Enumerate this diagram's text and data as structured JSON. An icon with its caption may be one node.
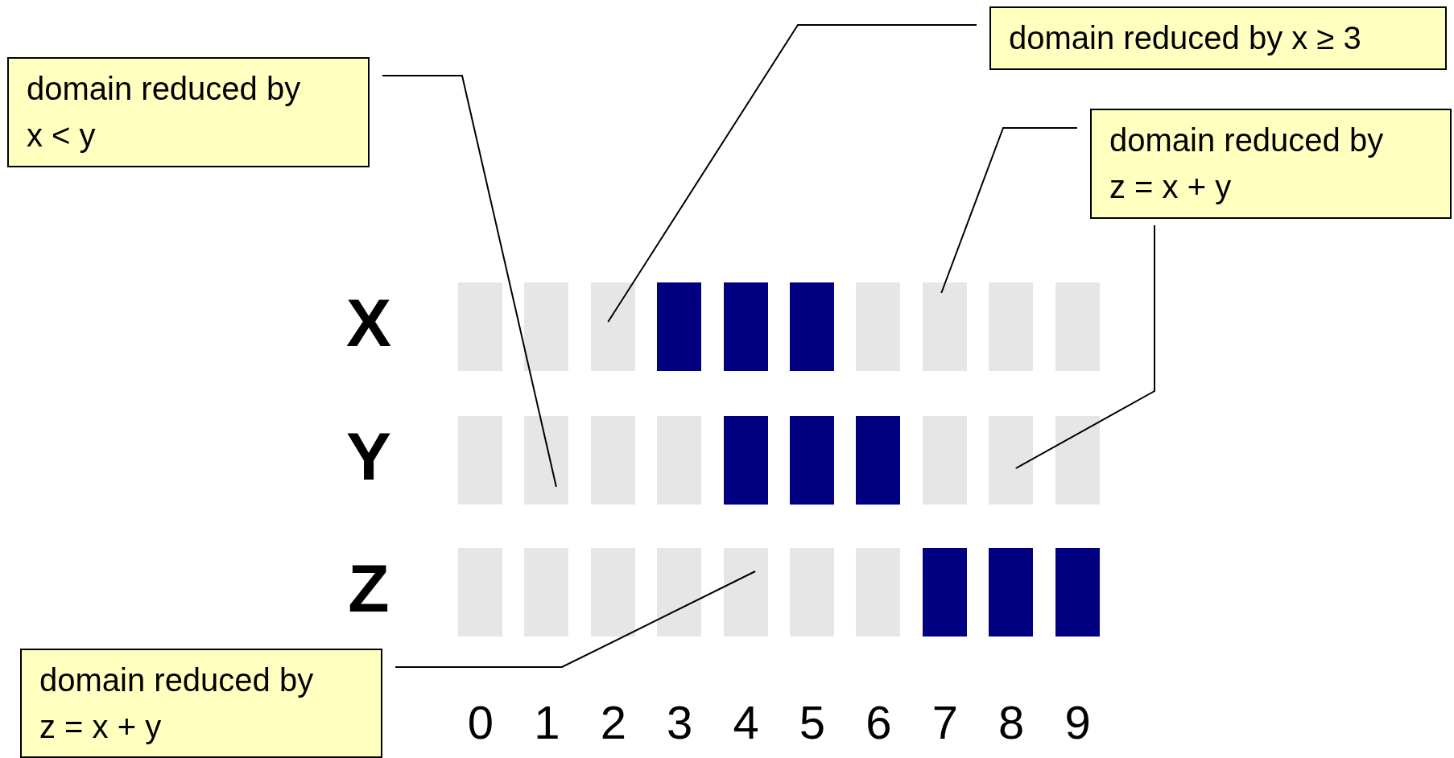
{
  "diagram": {
    "nodes": [
      {
        "text": [
          "domain reduced by x ≥ 3"
        ]
      },
      {
        "text": [
          "domain reduced by x < y"
        ]
      },
      {
        "text": [
          "domain reduced by z = x + y"
        ]
      },
      {
        "text": [],
        "shape": "bar"
      },
      {
        "text": [],
        "shape": "bar"
      },
      {
        "text": [],
        "shape": "bar"
      },
      {
        "text": [],
        "shape": "bar"
      },
      {
        "text": [],
        "shape": "bar"
      },
      {
        "text": [],
        "shape": "bar"
      },
      {
        "text": [],
        "shape": "bar"
      },
      {
        "text": [],
        "shape": "bar"
      },
      {
        "text": [],
        "shape": "bar"
      },
      {
        "text": [],
        "shape": "bar"
      },
      {
        "text": [],
        "shape": "bar"
      },
      {
        "text": [],
        "shape": "bar"
      },
      {
        "text": [],
        "shape": "bar"
      },
      {
        "text": [],
        "shape": "bar"
      },
      {
        "text": [],
        "shape": "bar"
      },
      {
        "text": [],
        "shape": "bar"
      },
      {
        "text": [],
        "shape": "bar"
      },
      {
        "text": [],
        "shape": "bar"
      },
      {
        "text": [],
        "shape": "bar"
      },
      {
        "text": [],
        "shape": "bar"
      },
      {
        "text": [],
        "shape": "bar"
      },
      {
        "text": [],
        "shape": "bar"
      },
      {
        "text": [],
        "shape": "bar"
      },
      {
        "text": [],
        "shape": "bar"
      },
      {
        "text": [],
        "shape": "bar"
      },
      {
        "text": [],
        "shape": "bar"
      },
      {
        "text": [],
        "shape": "bar"
      },
      {
        "text": [],
        "shape": "bar"
      },
      {
        "text": [],
        "shape": "bar"
      },
      {
        "text": [],
        "shape": "bar"
      },
      {
        "text": [
          "domain reduced by z = x + y"
        ]
      }
    ],
    "edges": [
      {
        "from": 1,
        "to": 14,
        "arrow": "none"
      },
      {
        "from": 0,
        "to": 5,
        "arrow": "none"
      },
      {
        "from": 2,
        "to": 10,
        "arrow": "none"
      },
      {
        "from": 2,
        "to": 21,
        "arrow": "none"
      },
      {
        "from": 33,
        "to": 27,
        "arrow": "none"
      }
    ],
    "labels": [
      "X",
      "Y",
      "Z",
      "0",
      "1",
      "2",
      "3",
      "4",
      "5",
      "6",
      "7",
      "8",
      "9"
    ]
  }
}
